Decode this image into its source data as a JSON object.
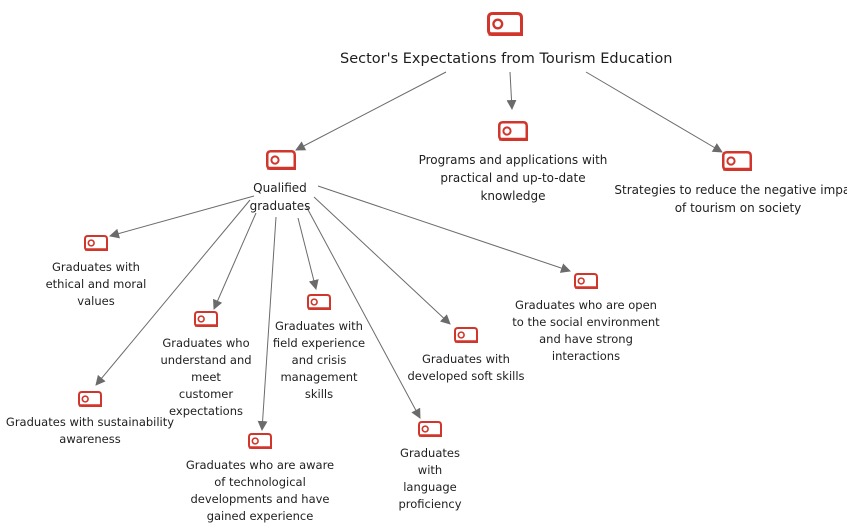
{
  "colors": {
    "icon": "#d0362b",
    "edge": "#6b6b6b"
  },
  "icon_name": "code-document-icon",
  "root": {
    "label": "Sector's Expectations from Tourism Education"
  },
  "level1": {
    "qualified": "Qualified\ngraduates",
    "programs": "Programs and applications with\npractical and up-to-date\nknowledge",
    "strategies": "Strategies to reduce the negative impact\nof tourism on society"
  },
  "level2": {
    "ethical": "Graduates with\nethical and moral\nvalues",
    "sustainability": "Graduates with sustainability\nawareness",
    "customer": "Graduates who\nunderstand and meet\ncustomer\nexpectations",
    "technological": "Graduates who are aware\nof technological\ndevelopments and have\ngained experience",
    "field": "Graduates with\nfield experience\nand crisis\nmanagement\nskills",
    "language": "Graduates\nwith\nlanguage\nproficiency",
    "softskills": "Graduates with\ndeveloped soft skills",
    "social": "Graduates who are open\nto the social environment\nand have strong\ninteractions"
  }
}
